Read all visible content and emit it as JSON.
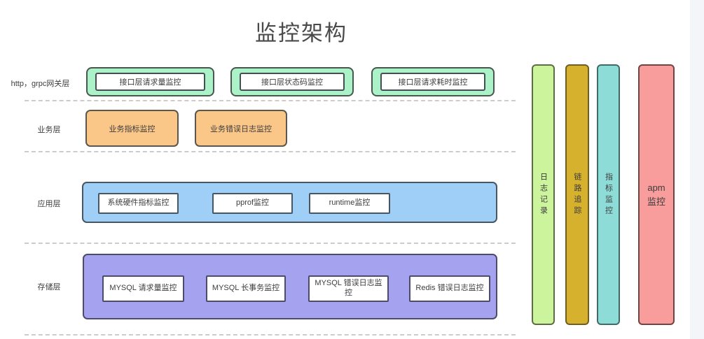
{
  "title": "监控架构",
  "layers": [
    {
      "id": "gateway",
      "label": "http，grpc网关层",
      "fill": "#abf2c9",
      "boxes": [
        "接口层请求量监控",
        "接口层状态码监控",
        "接口层请求耗时监控"
      ]
    },
    {
      "id": "business",
      "label": "业务层",
      "fill": "#fbc789",
      "boxes": [
        "业务指标监控",
        "业务错误日志监控"
      ]
    },
    {
      "id": "application",
      "label": "应用层",
      "fill": "#9fcff7",
      "boxes": [
        "系统硬件指标监控",
        "pprof监控",
        "runtime监控"
      ]
    },
    {
      "id": "storage",
      "label": "存储层",
      "fill": "#a5a2f0",
      "boxes": [
        "MYSQL 请求量监控",
        "MYSQL 长事务监控",
        "MYSQL 错误日志监控",
        "Redis 错误日志监控"
      ]
    }
  ],
  "side_bars": [
    {
      "id": "logging",
      "label": "日志记录",
      "fill": "#ccf49d"
    },
    {
      "id": "tracing",
      "label": "链路追踪",
      "fill": "#d6b12d"
    },
    {
      "id": "metrics",
      "label": "指标监控",
      "fill": "#8edcd8"
    },
    {
      "id": "apm",
      "label": "apm 监控",
      "fill": "#f99c9c"
    }
  ],
  "colors": {
    "background": "#ffffff",
    "right_gutter": "#f4f5f8",
    "separator": "#cccccc",
    "node_border": "#4a4a55",
    "text": "#3d3d3d"
  }
}
